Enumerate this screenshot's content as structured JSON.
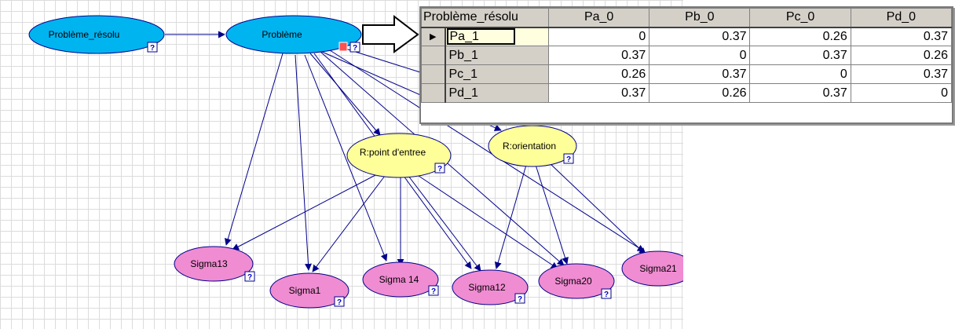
{
  "graph": {
    "nodes": {
      "probleme_resolu": {
        "label": "Problème_résolu"
      },
      "probleme": {
        "label": "Problème"
      },
      "point_entree": {
        "label": "R:point d'entree"
      },
      "orientation": {
        "label": "R:orientation"
      },
      "sigma13": {
        "label": "Sigma13"
      },
      "sigma1": {
        "label": "Sigma1"
      },
      "sigma14": {
        "label": "Sigma 14"
      },
      "sigma12": {
        "label": "Sigma12"
      },
      "sigma20": {
        "label": "Sigma20"
      },
      "sigma21": {
        "label": "Sigma21"
      }
    },
    "unknown_marker": "?",
    "colors": {
      "top_node": "#00b4f0",
      "mid_node": "#ffff99",
      "leaf_node": "#f08cd2",
      "edge": "#00008b"
    }
  },
  "cpt": {
    "corner": "Problème_résolu",
    "columns": [
      "Pa_0",
      "Pb_0",
      "Pc_0",
      "Pd_0"
    ],
    "rows": [
      {
        "label": "Pa_1",
        "values": [
          "0",
          "0.37",
          "0.26",
          "0.37"
        ]
      },
      {
        "label": "Pb_1",
        "values": [
          "0.37",
          "0",
          "0.37",
          "0.26"
        ]
      },
      {
        "label": "Pc_1",
        "values": [
          "0.26",
          "0.37",
          "0",
          "0.37"
        ]
      },
      {
        "label": "Pd_1",
        "values": [
          "0.37",
          "0.26",
          "0.37",
          "0"
        ]
      }
    ]
  }
}
